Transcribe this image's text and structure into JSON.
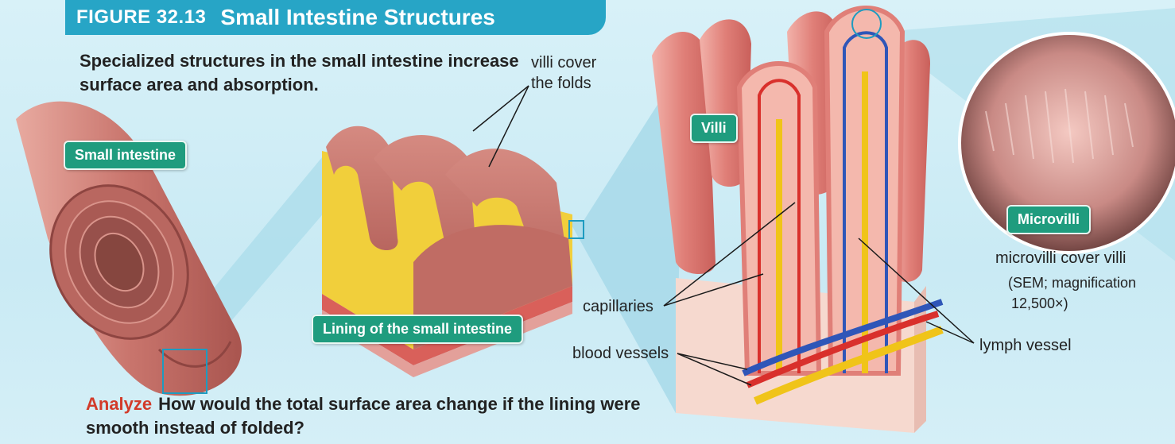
{
  "figure": {
    "number": "FIGURE 32.13",
    "title": "Small Intestine Structures",
    "subtitle": "Specialized structures in the small intestine increase surface area and absorption."
  },
  "labels": {
    "small_intestine": "Small intestine",
    "lining": "Lining of the small intestine",
    "villi": "Villi",
    "microvilli": "Microvilli"
  },
  "annotations": {
    "villi_cover_line1": "villi cover",
    "villi_cover_line2": "the folds",
    "capillaries": "capillaries",
    "blood_vessels": "blood vessels",
    "lymph_vessel": "lymph vessel",
    "microvilli_cover": "microvilli cover villi",
    "sem_line1": "(SEM; magnification",
    "sem_line2": "12,500×)"
  },
  "question": {
    "prefix": "Analyze",
    "text": "How would the total surface area change if the lining were smooth instead of folded?"
  },
  "colors": {
    "banner": "#27a5c6",
    "label_box": "#1f9c7e",
    "analyze_accent": "#d23b2a",
    "tissue": "#c9756d",
    "fat": "#f1cf3b",
    "blood_red": "#d9302c",
    "blood_blue": "#2f56b8",
    "lymph": "#f0c419"
  }
}
